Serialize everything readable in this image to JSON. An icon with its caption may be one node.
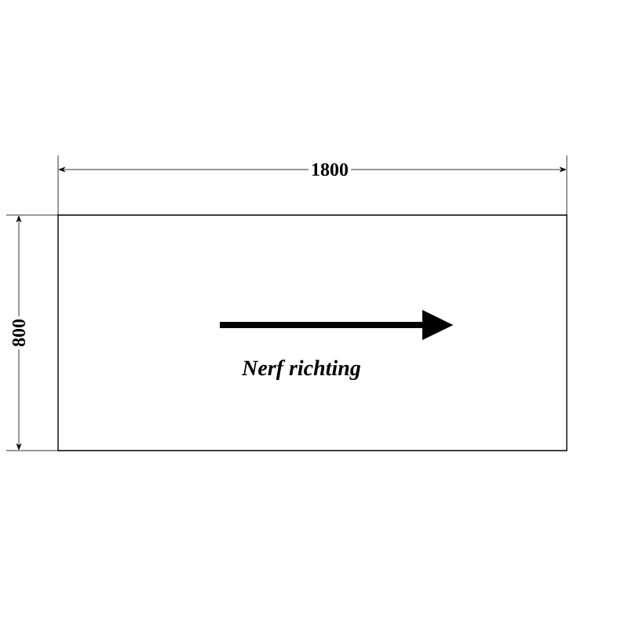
{
  "diagram": {
    "nodes": [
      {
        "text": [
          "Nerf richting"
        ]
      }
    ],
    "labels": [
      "1800",
      "800"
    ]
  }
}
